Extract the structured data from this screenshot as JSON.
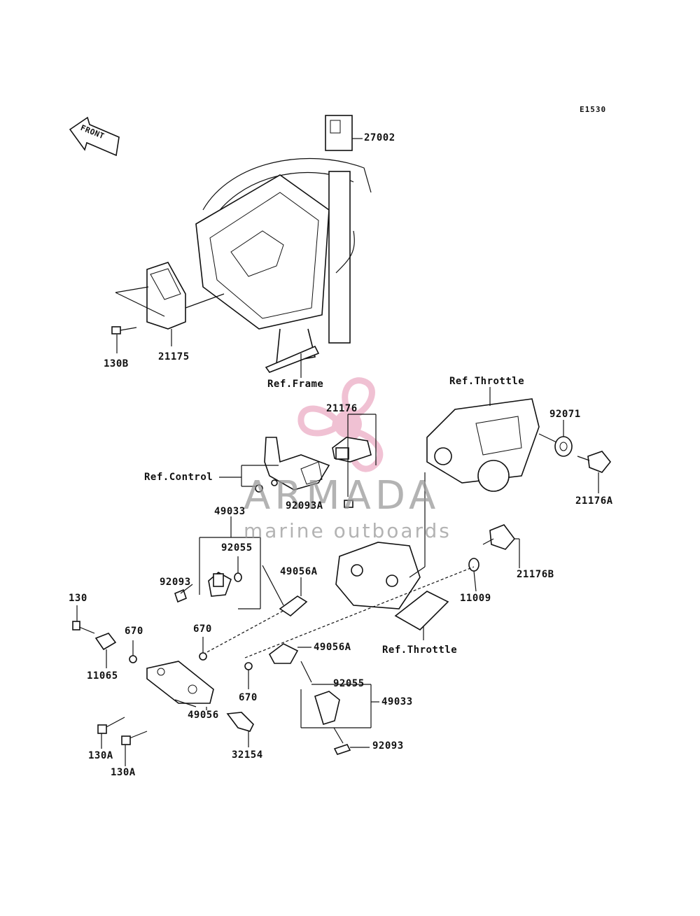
{
  "diagram": {
    "code": "E1530",
    "direction": "FRONT",
    "watermark": {
      "brand": "ARMADA",
      "tagline": "marine outboards",
      "logo_color": "#e58fb0",
      "text_color": "#9a9a9a"
    },
    "labels": {
      "p27002": "27002",
      "p21175": "21175",
      "p130B": "130B",
      "ref_frame": "Ref.Frame",
      "ref_throttle_top": "Ref.Throttle",
      "p21176": "21176",
      "p92071": "92071",
      "ref_control": "Ref.Control",
      "p21176A": "21176A",
      "p92093A": "92093A",
      "p49033_top": "49033",
      "p92055_top": "92055",
      "p92093_top": "92093",
      "p49056A_top": "49056A",
      "p21176B": "21176B",
      "p11009": "11009",
      "p130": "130",
      "p670_a": "670",
      "p670_b": "670",
      "p11065": "11065",
      "p49056A_mid": "49056A",
      "ref_throttle_bottom": "Ref.Throttle",
      "p92055_bot": "92055",
      "p670_c": "670",
      "p49033_bot": "49033",
      "p49056": "49056",
      "p130A_a": "130A",
      "p32154": "32154",
      "p92093_bot": "92093",
      "p130A_b": "130A"
    }
  }
}
